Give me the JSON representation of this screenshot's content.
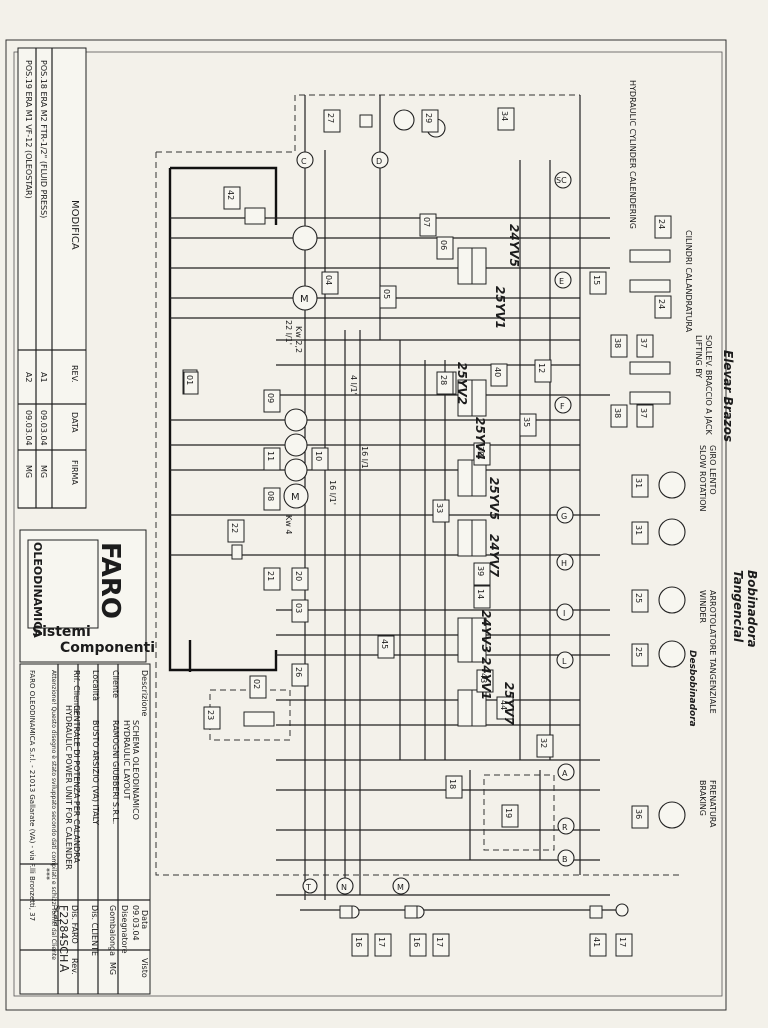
{
  "component_numbers": [
    "01",
    "02",
    "03",
    "04",
    "05",
    "06",
    "07",
    "08",
    "09",
    "10",
    "11",
    "12",
    "13",
    "14",
    "15",
    "17",
    "18",
    "19",
    "20",
    "21",
    "22",
    "23",
    "24",
    "25",
    "26",
    "27",
    "28",
    "29",
    "30",
    "31",
    "32",
    "33",
    "34",
    "35",
    "36",
    "37",
    "38",
    "39",
    "40",
    "41",
    "42",
    "43",
    "44",
    "45",
    "16"
  ],
  "port_letters": [
    "C",
    "D",
    "SC",
    "E",
    "F",
    "G",
    "H",
    "I",
    "L",
    "A",
    "R",
    "B",
    "N",
    "M",
    "T"
  ],
  "handwritten_valves": [
    "24YV5",
    "25YV1",
    "25YV2",
    "25YV4",
    "25YV5",
    "24YV7",
    "24YV3",
    "24YV1",
    "25YV7"
  ],
  "motor_labels": {
    "m1_power": "Kw 2,2",
    "m1_flow": "22 l/1'",
    "m2_power": "Kw 4",
    "line1": "4 l/1'",
    "line2": "16 l/1'",
    "line3": "16 l/1'"
  },
  "functions": [
    {
      "it": "CILINDRI CALANDRATURA",
      "en": "HYDRAULIC CYLINDER CALENDERING"
    },
    {
      "it": "SOLLEV. BRACCIO A JACK",
      "en": "LIFTING BY"
    },
    {
      "it": "GIRO LENTO",
      "en": "SLOW ROTATION"
    },
    {
      "it": "ARROTOLATORE TANGENZIALE",
      "en": "WINDER"
    },
    {
      "it": "FRENATURA",
      "en": "BRAKING"
    }
  ],
  "handwritten_notes": [
    "Elevar Brazos",
    "Tangencial",
    "Bobinadora",
    "Desbobinadora"
  ],
  "modifications": {
    "title": "MODIFICA",
    "rows": [
      {
        "text": "POS.18 ERA M2 FTR-1/2\" (FLUID PRESS)",
        "rev": "A1",
        "date": "09.03.04",
        "sig": "MG"
      },
      {
        "text": "POS.19 ERA M1 VF-12 (OLEOSTAR)",
        "rev": "A2",
        "date": "09.03.04",
        "sig": "MG"
      }
    ],
    "headers": {
      "rev": "REV.",
      "date": "DATA",
      "sig": "FIRMA"
    }
  },
  "brand": {
    "logo": "FARO",
    "sub": "OLEODINAMICA",
    "tagline1": "Sistemi",
    "tagline2": "Componenti"
  },
  "title_block": {
    "descr_label": "Descrizione",
    "descr": "SCHEMA OLEODINAMICO",
    "descr_en": "HYDRAULIC LAYOUT",
    "client_label": "Cliente",
    "client": "RAMOGNI GIUBBERI S.R.L.",
    "location_label": "Località",
    "location": "BUSTO ARSIZIO (VA) ITALY",
    "ref_label": "Rif. Cliente",
    "ref": "CENTRALE DI POTENZA PER CALANDRA",
    "ref_en": "HYDRAULIC POWER UNIT FOR CALENDER",
    "date_label": "Data",
    "date": "09.03.04",
    "designer_label": "Disegnatore",
    "designer": "Gombalonga",
    "check_label": "Visto",
    "check": "MG",
    "code_label": "Dis. FARO",
    "code": "F2284SCH",
    "client_code_label": "Dis. CLIENTE",
    "scale_label": "Scala",
    "scale": "***",
    "rev_label": "Rev.",
    "rev": "A",
    "notice": "Attenzione! Questo disegno è stato sviluppato secondo dati compilati e schizzi forniti dal Cliente",
    "company": "FARO OLEODINAMICA S.r.l. - 21013 Gallarate (VA) - via F.lli Bronzetti, 37"
  },
  "colors": {
    "paper": "#f3f1ea",
    "ink": "#1c1c1c"
  }
}
